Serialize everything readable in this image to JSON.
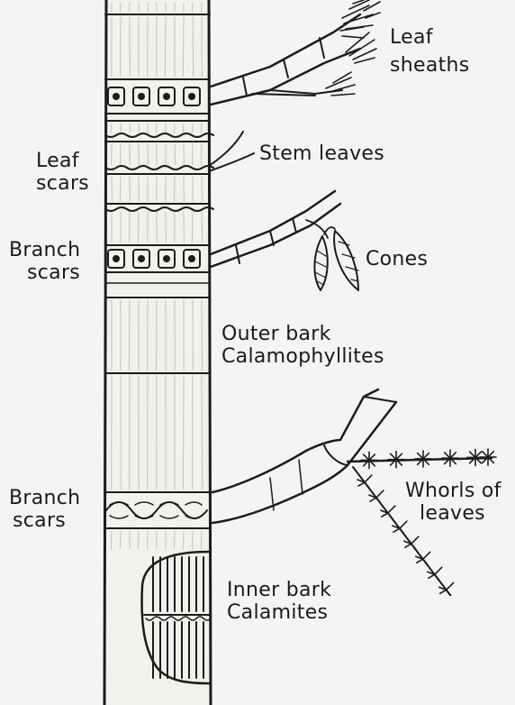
{
  "labels": {
    "leaf_sheaths": [
      "Leaf",
      "sheaths"
    ],
    "stem_leaves": "Stem leaves",
    "leaf_scars": [
      "Leaf",
      "scars"
    ],
    "branch_scars_top": [
      "Branch",
      "scars"
    ],
    "cones": "Cones",
    "outer_bark": [
      "Outer bark",
      "Calamophyllites"
    ],
    "branch_scars_bottom": [
      "Branch",
      "scars"
    ],
    "whorls_of_leaves": [
      "Whorls of",
      "leaves"
    ],
    "inner_bark": [
      "Inner bark",
      "Calamites"
    ]
  }
}
